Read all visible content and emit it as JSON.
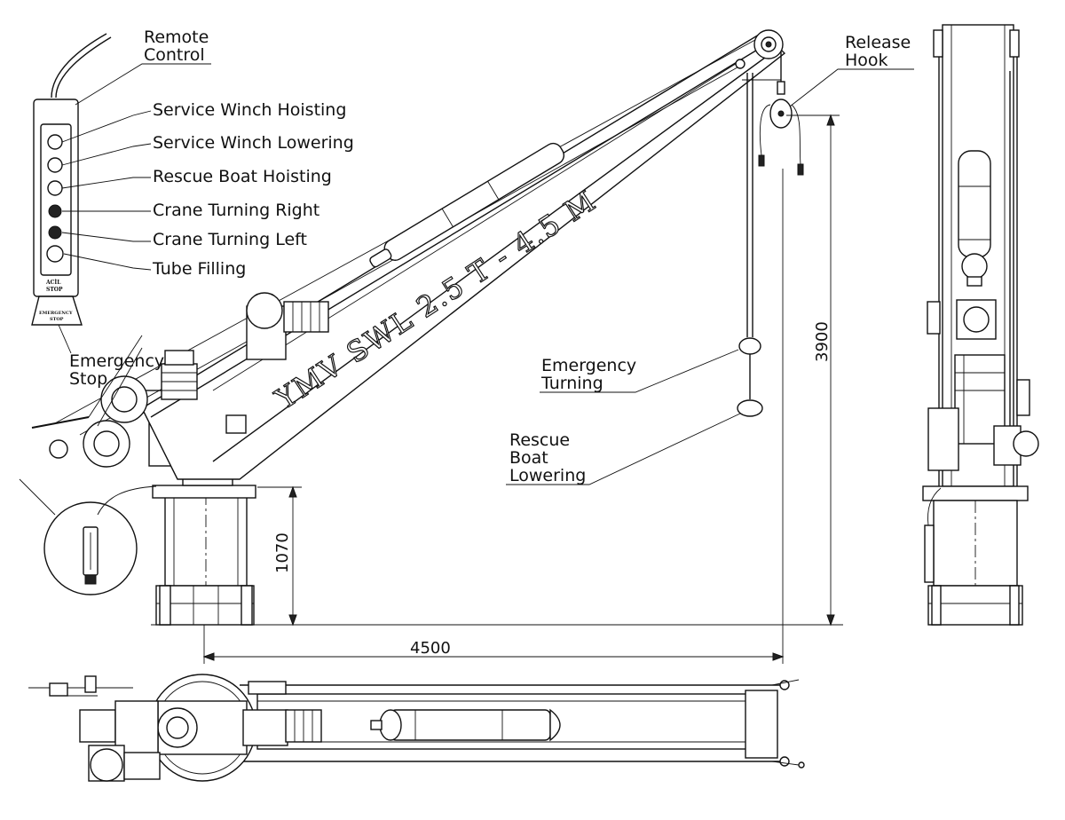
{
  "callouts": {
    "remote_control": [
      "Remote",
      "Control"
    ],
    "service_winch_hoisting": "Service Winch Hoisting",
    "service_winch_lowering": "Service Winch Lowering",
    "rescue_boat_hoisting": "Rescue Boat Hoisting",
    "crane_turning_right": "Crane Turning Right",
    "crane_turning_left": "Crane Turning Left",
    "tube_filling": "Tube Filling",
    "emergency_stop": [
      "Emergency",
      "Stop"
    ],
    "release_hook": [
      "Release",
      "Hook"
    ],
    "emergency_turning": [
      "Emergency",
      "Turning"
    ],
    "rescue_boat_lowering": [
      "Rescue",
      "Boat",
      "Lowering"
    ]
  },
  "boom_marking": "YMV SWL 2.5 T - 4.5 M",
  "remote_labels": {
    "acil_stop": [
      "ACİL",
      "STOP"
    ],
    "emergency_stop": [
      "EMERGENCY",
      "STOP"
    ]
  },
  "dimensions": {
    "pedestal_height": "1070",
    "hook_height": "3900",
    "outreach": "4500"
  }
}
